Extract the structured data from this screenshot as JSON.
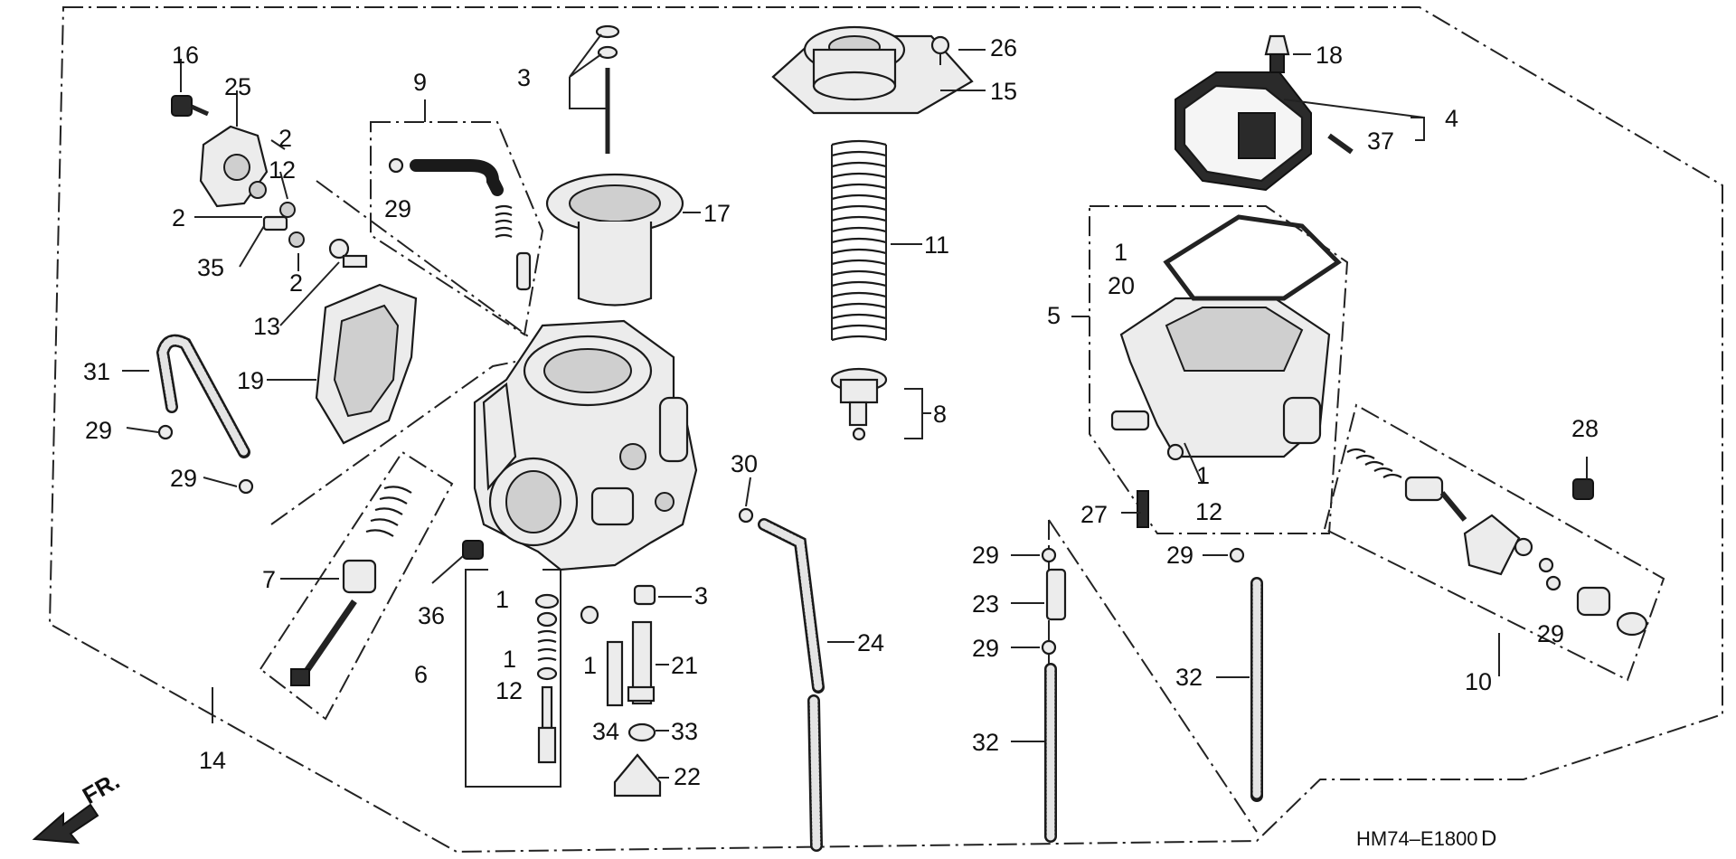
{
  "diagram": {
    "reference_code": "HM74–E1800",
    "reference_suffix": "D",
    "direction_label": "FR.",
    "callouts": {
      "c1a": "1",
      "c1b": "1",
      "c1c": "1",
      "c1d": "1",
      "c1e": "1",
      "c2a": "2",
      "c2b": "2",
      "c2c": "2",
      "c3a": "3",
      "c3b": "3",
      "c4": "4",
      "c5": "5",
      "c6": "6",
      "c7": "7",
      "c8": "8",
      "c9": "9",
      "c10": "10",
      "c11": "11",
      "c12a": "12",
      "c12b": "12",
      "c12c": "12",
      "c13": "13",
      "c14": "14",
      "c15": "15",
      "c16": "16",
      "c17": "17",
      "c18": "18",
      "c19": "19",
      "c20": "20",
      "c21": "21",
      "c22": "22",
      "c23": "23",
      "c24": "24",
      "c25": "25",
      "c26": "26",
      "c27": "27",
      "c28": "28",
      "c29a": "29",
      "c29b": "29",
      "c29c": "29",
      "c29d": "29",
      "c29e": "29",
      "c29f": "29",
      "c29g": "29",
      "c30": "30",
      "c31": "31",
      "c32a": "32",
      "c32b": "32",
      "c33": "33",
      "c34": "34",
      "c35": "35",
      "c36": "36",
      "c37": "37"
    }
  }
}
